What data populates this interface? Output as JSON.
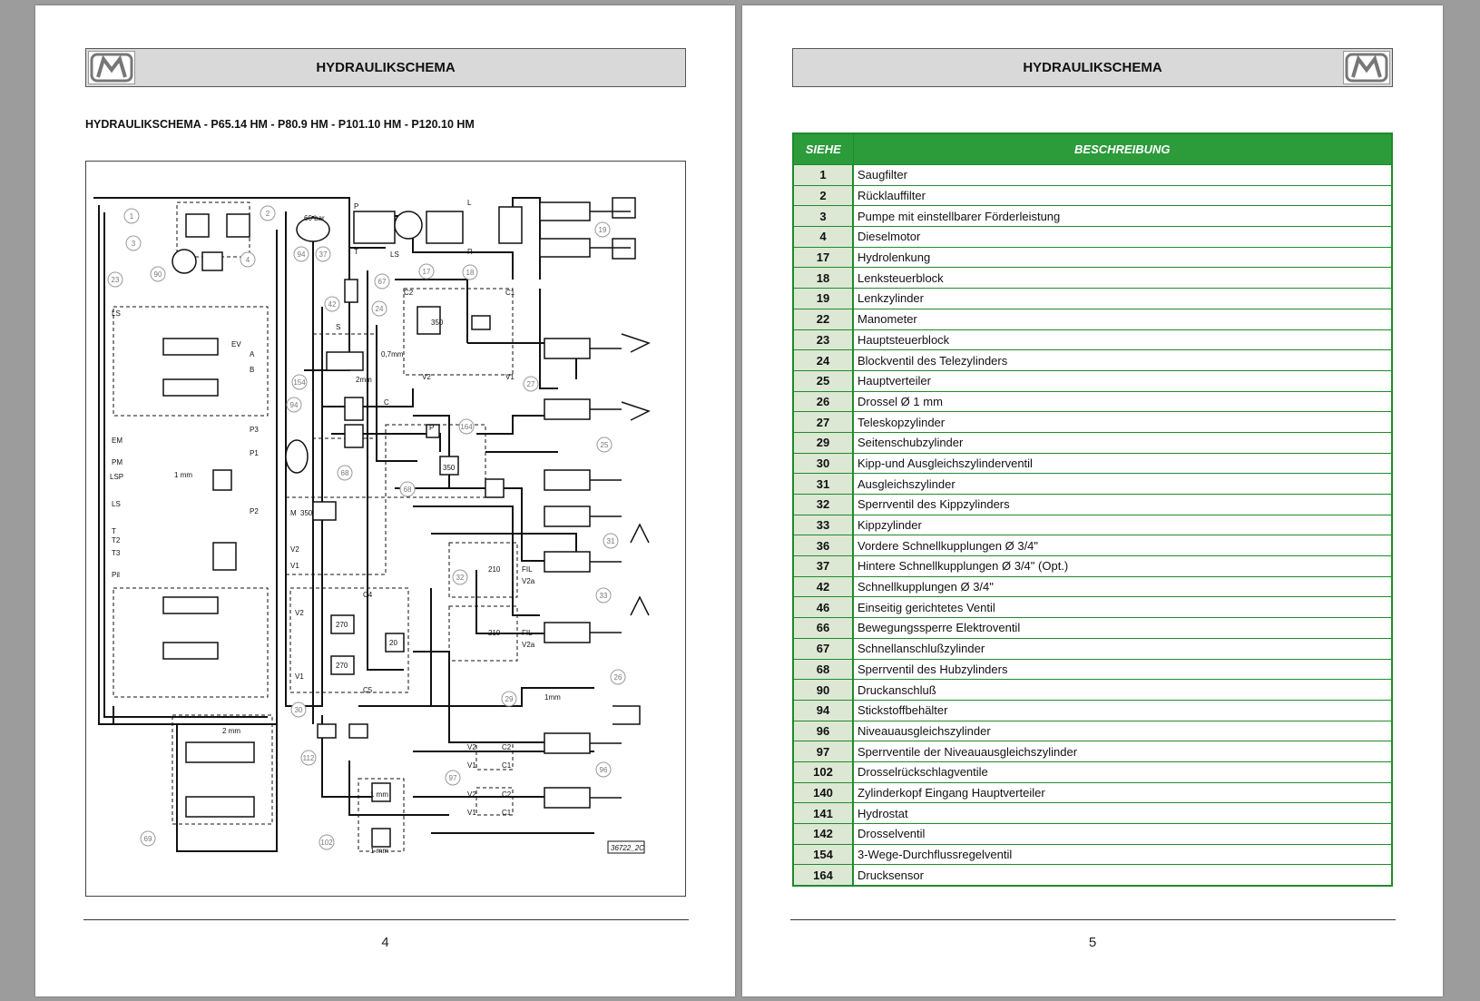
{
  "left_page": {
    "header_title": "HYDRAULIKSCHEMA",
    "diagram_title": "HYDRAULIKSCHEMA - P65.14 HM - P80.9 HM - P101.10 HM - P120.10 HM",
    "drawing_code": "36722_2C",
    "page_number": "4",
    "callouts": [
      "1",
      "2",
      "3",
      "4",
      "90",
      "23",
      "94",
      "37",
      "67",
      "42",
      "24",
      "17",
      "18",
      "19",
      "154",
      "94",
      "68",
      "68",
      "164",
      "25",
      "27",
      "31",
      "32",
      "33",
      "30",
      "26",
      "29",
      "112",
      "97",
      "96",
      "69",
      "102"
    ],
    "port_labels": {
      "p": "P",
      "t": "T",
      "r": "R",
      "l": "L",
      "ls": "LS",
      "b": "B",
      "a": "A",
      "em": "EM",
      "pm": "PM",
      "lsp": "LSP",
      "t2": "T2",
      "t3": "T3",
      "pil": "Pil",
      "p1": "P1",
      "p2": "P2",
      "p3": "P3",
      "c1": "C1",
      "c2": "C2",
      "v1": "V1",
      "v2": "V2",
      "c4": "C4",
      "c5": "C5",
      "fil": "FIL",
      "v2a": "V2a",
      "s": "S",
      "c": "C",
      "m": "M",
      "ev": "EV",
      "sixty_bar": "60 bar",
      "zero_seven": "0,7mm",
      "two_mm": "2mm",
      "two_mm_b": "2 mm",
      "one_mm": "1 mm",
      "one_mm_b": "1 mm",
      "one_mm_c": "1 mm",
      "one_mm_d": "1mm",
      "v350": "350",
      "v270": "270",
      "v20": "20",
      "v210": "210"
    }
  },
  "right_page": {
    "header_title": "HYDRAULIKSCHEMA",
    "page_number": "5",
    "table": {
      "headers": [
        "SIEHE",
        "BESCHREIBUNG"
      ],
      "rows": [
        [
          "1",
          "Saugfilter"
        ],
        [
          "2",
          "Rücklauffilter"
        ],
        [
          "3",
          "Pumpe mit einstellbarer Förderleistung"
        ],
        [
          "4",
          "Dieselmotor"
        ],
        [
          "17",
          "Hydrolenkung"
        ],
        [
          "18",
          "Lenksteuerblock"
        ],
        [
          "19",
          "Lenkzylinder"
        ],
        [
          "22",
          "Manometer"
        ],
        [
          "23",
          "Hauptsteuerblock"
        ],
        [
          "24",
          "Blockventil des Telezylinders"
        ],
        [
          "25",
          "Hauptverteiler"
        ],
        [
          "26",
          "Drossel Ø 1 mm"
        ],
        [
          "27",
          "Teleskopzylinder"
        ],
        [
          "29",
          "Seitenschubzylinder"
        ],
        [
          "30",
          "Kipp-und Ausgleichszylinderventil"
        ],
        [
          "31",
          "Ausgleichszylinder"
        ],
        [
          "32",
          "Sperrventil des Kippzylinders"
        ],
        [
          "33",
          "Kippzylinder"
        ],
        [
          "36",
          "Vordere Schnellkupplungen Ø 3/4\""
        ],
        [
          "37",
          "Hintere Schnellkupplungen Ø 3/4\" (Opt.)"
        ],
        [
          "42",
          "Schnellkupplungen Ø 3/4\""
        ],
        [
          "46",
          "Einseitig gerichtetes Ventil"
        ],
        [
          "66",
          "Bewegungssperre Elektroventil"
        ],
        [
          "67",
          "Schnellanschlußzylinder"
        ],
        [
          "68",
          "Sperrventil des Hubzylinders"
        ],
        [
          "90",
          "Druckanschluß"
        ],
        [
          "94",
          "Stickstoffbehälter"
        ],
        [
          "96",
          "Niveauausgleichszylinder"
        ],
        [
          "97",
          "Sperrventile der Niveauausgleichszylinder"
        ],
        [
          "102",
          "Drosselrückschlagventile"
        ],
        [
          "140",
          "Zylinderkopf Eingang Hauptverteiler"
        ],
        [
          "141",
          "Hydrostat"
        ],
        [
          "142",
          "Drosselventil"
        ],
        [
          "154",
          "3-Wege-Durchflussregelventil"
        ],
        [
          "164",
          "Drucksensor"
        ]
      ]
    }
  }
}
